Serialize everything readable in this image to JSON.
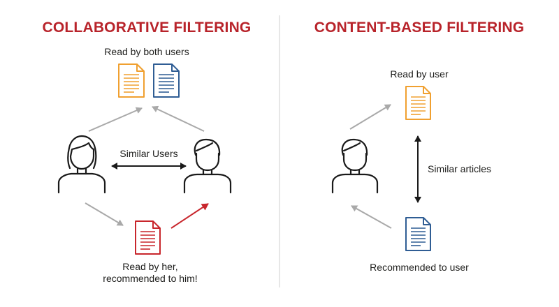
{
  "left_panel": {
    "title": "COLLABORATIVE FILTERING",
    "read_by_both_label": "Read by both users",
    "similar_users_label": "Similar Users",
    "recommendation_line1": "Read by her,",
    "recommendation_line2": "recommended to him!"
  },
  "right_panel": {
    "title": "CONTENT-BASED FILTERING",
    "read_by_user_label": "Read by user",
    "similar_articles_label": "Similar articles",
    "recommended_label": "Recommended to user"
  },
  "colors": {
    "title": "#b8232a",
    "doc_orange": "#f0a030",
    "doc_blue": "#2f5d94",
    "doc_red": "#c8262c",
    "arrow_gray": "#a9a9a9",
    "arrow_red": "#c8262c",
    "arrow_black": "#1a1a1a",
    "divider": "#d7d7d7",
    "person_outline": "#1a1a1a"
  },
  "icons": [
    "document-orange-icon",
    "document-blue-icon",
    "document-red-icon",
    "woman-icon",
    "man-icon"
  ]
}
